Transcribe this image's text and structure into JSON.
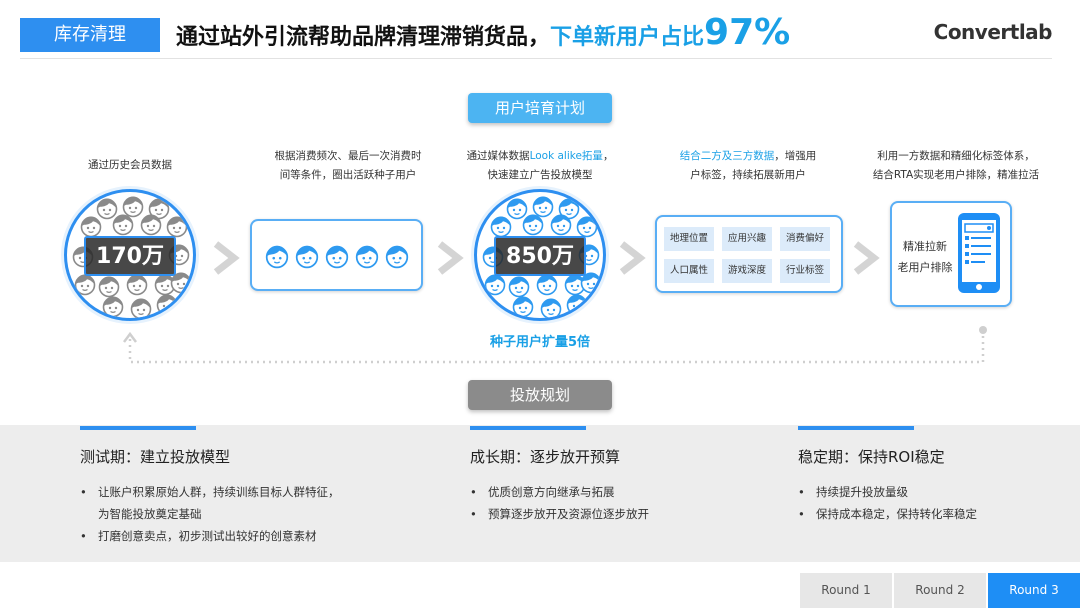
{
  "header": {
    "tag": "库存清理",
    "headline_part1": "通过站外引流帮助品牌清理滞销货品，",
    "headline_part2": "下单新用户占比",
    "headline_number": "97%",
    "logo": "Convertlab"
  },
  "cultivation": {
    "pill": "用户培育计划",
    "steps": [
      {
        "desc_lines": [
          "通过历史会员数据"
        ],
        "number": "170万"
      },
      {
        "desc_lines": [
          "根据消费频次、最后一次消费时",
          "间等条件，圈出活跃种子用户"
        ]
      },
      {
        "desc_a": "通过媒体数据",
        "desc_hl": "Look alike拓量",
        "desc_b": "，",
        "desc_line2": "快速建立广告投放模型",
        "number": "850万",
        "caption": "种子用户扩量5倍"
      },
      {
        "desc_hl": "结合二方及三方数据",
        "desc_b": "，增强用",
        "desc_line2": "户标签，持续拓展新用户",
        "tags": [
          "地理位置",
          "应用兴趣",
          "消费偏好",
          "人口属性",
          "游戏深度",
          "行业标签"
        ]
      },
      {
        "desc_lines": [
          "利用一方数据和精细化标签体系，",
          "结合RTA实现老用户排除，精准拉活"
        ],
        "box_line1": "精准拉新",
        "box_line2": "老用户排除"
      }
    ]
  },
  "planning": {
    "pill": "投放规划",
    "phases": [
      {
        "title": "测试期：建立投放模型",
        "bullets": [
          {
            "text": "让账户积累原始人群，持续训练目标人群特征，",
            "cont": "为智能投放奠定基础"
          },
          {
            "text": "打磨创意卖点，初步测试出较好的创意素材"
          }
        ]
      },
      {
        "title": "成长期：逐步放开预算",
        "bullets": [
          {
            "text": "优质创意方向继承与拓展"
          },
          {
            "text": "预算逐步放开及资源位逐步放开"
          }
        ]
      },
      {
        "title": "稳定期：保持ROI稳定",
        "bullets": [
          {
            "text": "持续提升投放量级"
          },
          {
            "text": "保持成本稳定，保持转化率稳定"
          }
        ]
      }
    ],
    "bullet_char": "•"
  },
  "rounds": [
    {
      "label": "Round 1",
      "active": false
    },
    {
      "label": "Round 2",
      "active": false
    },
    {
      "label": "Round 3",
      "active": true
    }
  ],
  "colors": {
    "accent": "#2e8ff0",
    "highlight": "#1aa0e6",
    "pill_blue": "#4cb4f2",
    "pill_gray": "#8b8b8b",
    "face_gray": "#8a8a8a",
    "face_blue": "#2e9af0"
  }
}
